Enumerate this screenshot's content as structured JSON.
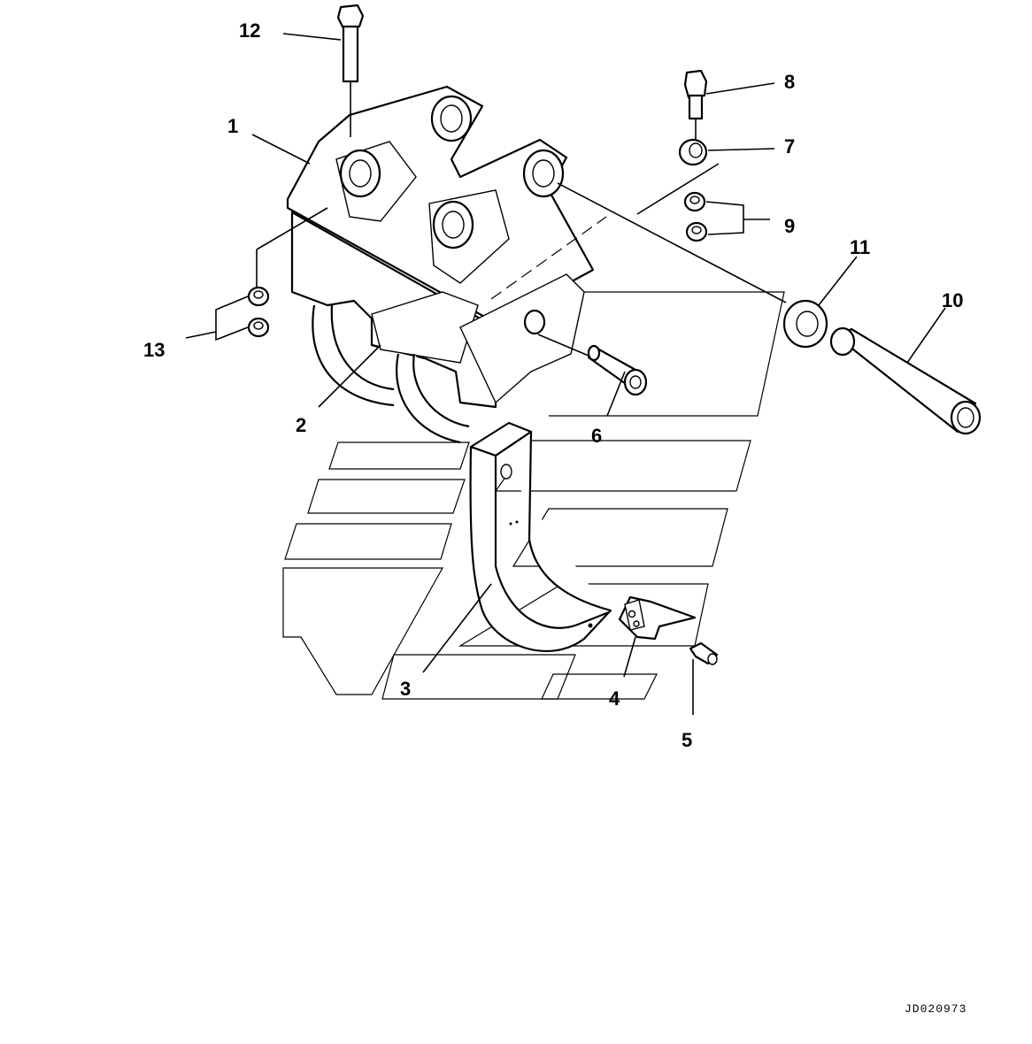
{
  "diagram": {
    "reference_code": "JD020973",
    "callouts": [
      {
        "id": "1",
        "text": "1"
      },
      {
        "id": "2",
        "text": "2"
      },
      {
        "id": "3",
        "text": "3"
      },
      {
        "id": "4",
        "text": "4"
      },
      {
        "id": "5",
        "text": "5"
      },
      {
        "id": "6",
        "text": "6"
      },
      {
        "id": "7",
        "text": "7"
      },
      {
        "id": "8",
        "text": "8"
      },
      {
        "id": "9",
        "text": "9"
      },
      {
        "id": "10",
        "text": "10"
      },
      {
        "id": "11",
        "text": "11"
      },
      {
        "id": "12",
        "text": "12"
      },
      {
        "id": "13",
        "text": "13"
      }
    ]
  }
}
